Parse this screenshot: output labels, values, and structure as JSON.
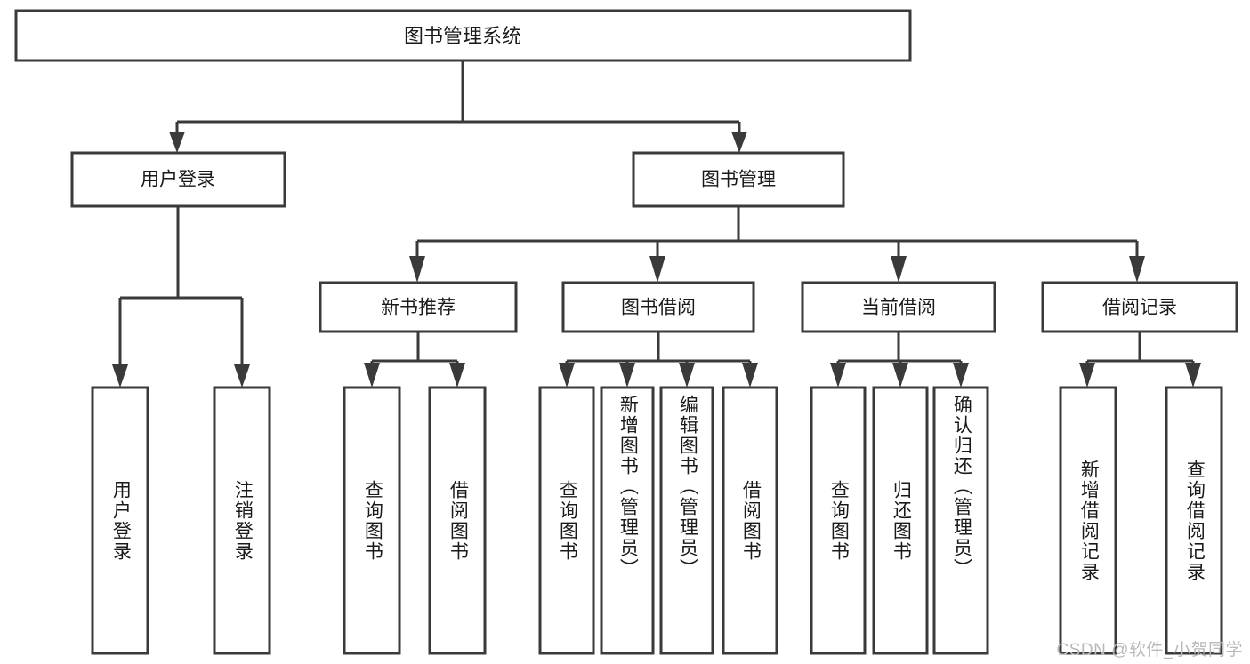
{
  "diagram": {
    "type": "tree",
    "title": "图书管理系统",
    "watermark": "CSDN @软件_小贺同学",
    "style": {
      "box_fill": "#ffffff",
      "box_stroke": "#3a3a3a",
      "text_color": "#1a1a1a",
      "watermark_color": "#b9b9b9",
      "background": "#ffffff"
    },
    "root": {
      "label": "图书管理系统"
    },
    "level2": [
      {
        "label": "用户登录"
      },
      {
        "label": "图书管理"
      }
    ],
    "level3": [
      {
        "label": "新书推荐"
      },
      {
        "label": "图书借阅"
      },
      {
        "label": "当前借阅"
      },
      {
        "label": "借阅记录"
      }
    ],
    "leaves": {
      "user_login": [
        {
          "label": "用户登录"
        },
        {
          "label": "注销登录"
        }
      ],
      "new_book_recommend": [
        {
          "label": "查询图书"
        },
        {
          "label": "借阅图书"
        }
      ],
      "book_borrow": [
        {
          "label": "查询图书"
        },
        {
          "label": "新增图书（管理员）"
        },
        {
          "label": "编辑图书（管理员）"
        },
        {
          "label": "借阅图书"
        }
      ],
      "current_borrow": [
        {
          "label": "查询图书"
        },
        {
          "label": "归还图书"
        },
        {
          "label": "确认归还（管理员）"
        }
      ],
      "borrow_record": [
        {
          "label": "新增借阅记录"
        },
        {
          "label": "查询借阅记录"
        }
      ]
    }
  }
}
